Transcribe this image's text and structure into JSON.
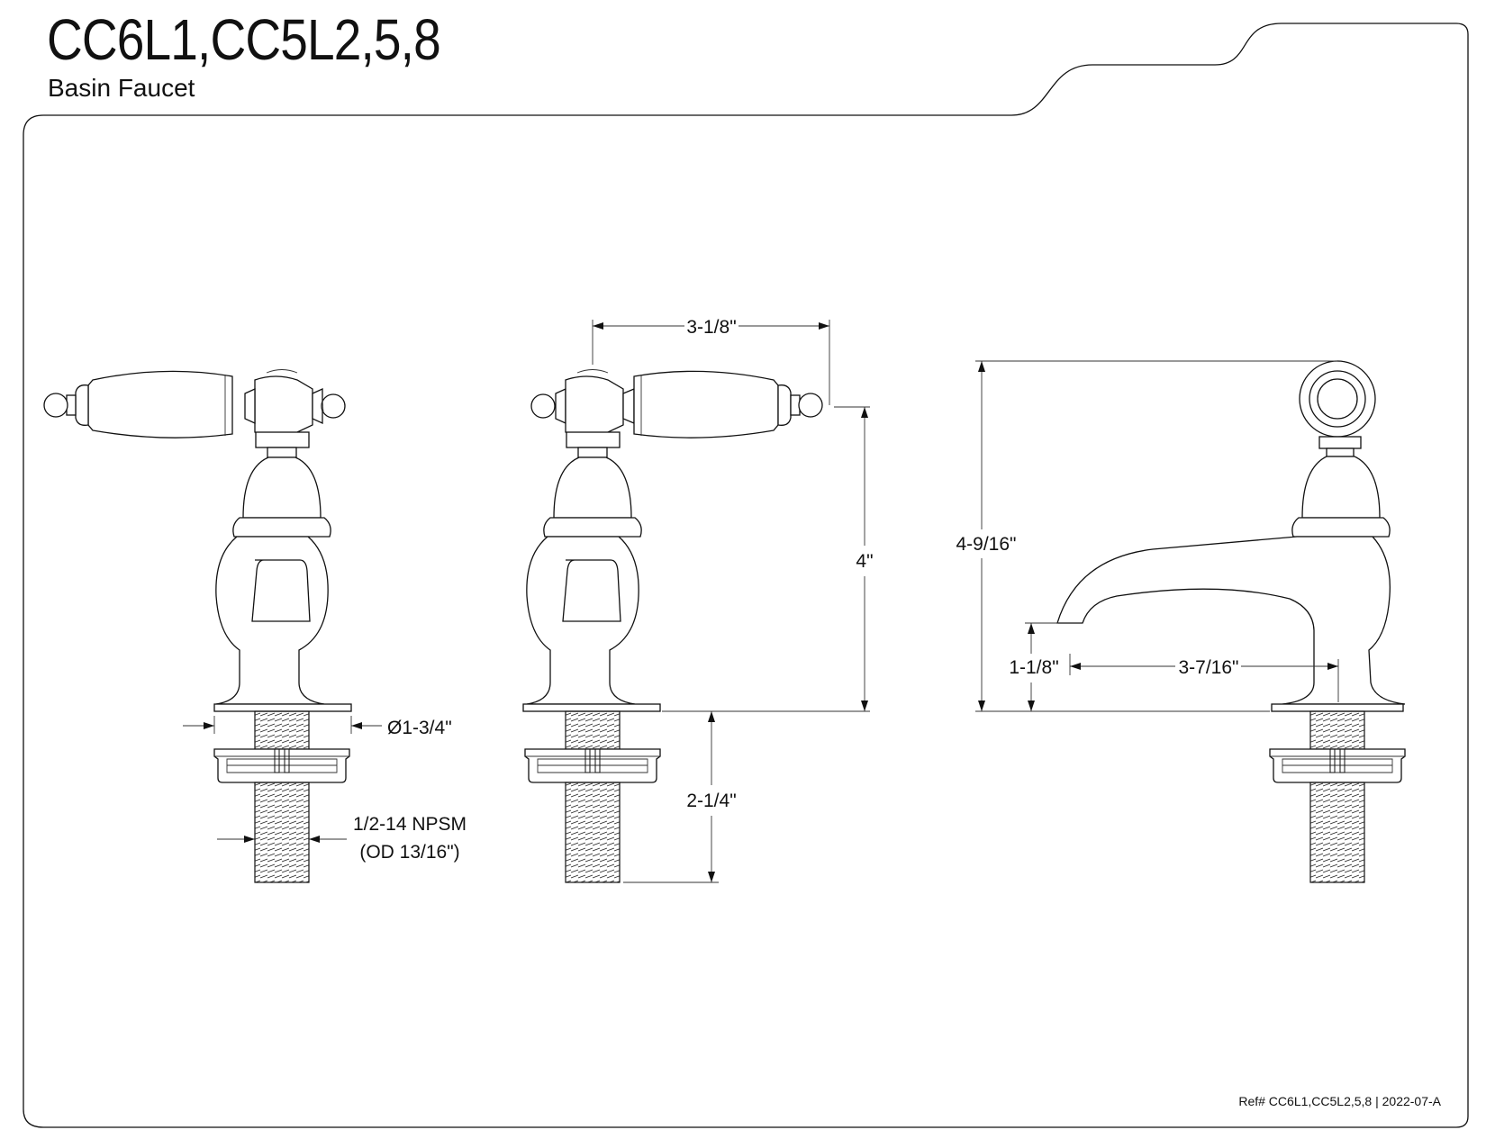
{
  "header": {
    "title": "CC6L1,CC5L2,5,8",
    "subtitle": "Basin Faucet"
  },
  "dimensions": {
    "base_diameter": "Ø1-3/4\"",
    "thread_spec_line1": "1/2-14 NPSM",
    "thread_spec_line2": "(OD 13/16\")",
    "handle_span": "3-1/8\"",
    "body_height": "4\"",
    "shank_length": "2-1/4\"",
    "overall_height": "4-9/16\"",
    "spout_height": "1-1/8\"",
    "spout_reach": "3-7/16\""
  },
  "footer": {
    "reference": "Ref# CC6L1,CC5L2,5,8 | 2022-07-A"
  }
}
